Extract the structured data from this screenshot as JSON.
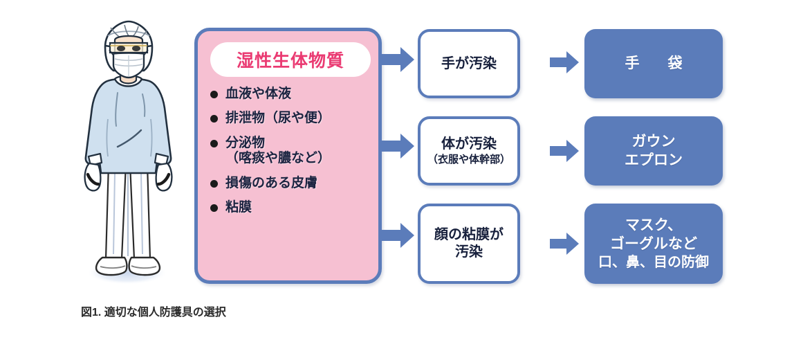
{
  "figure": {
    "caption": "図1. 適切な個人防護具の選択",
    "illustration_alt": "個人防護具を着用した医療従事者のイラスト"
  },
  "source_panel": {
    "title": "湿性生体物質",
    "items": [
      {
        "text": "血液や体液",
        "sub": ""
      },
      {
        "text": "排泄物（尿や便）",
        "sub": ""
      },
      {
        "text": "分泌物",
        "sub": "（喀痰や膿など）"
      },
      {
        "text": "損傷のある皮膚",
        "sub": ""
      },
      {
        "text": "粘膜",
        "sub": ""
      }
    ]
  },
  "routes": [
    {
      "main": "手が汚染",
      "sub": "",
      "line2": ""
    },
    {
      "main": "体が汚染",
      "sub": "（衣服や体幹部）",
      "line2": ""
    },
    {
      "main": "顔の粘膜が",
      "sub": "",
      "line2": "汚染"
    }
  ],
  "ppe": [
    {
      "lines": [
        "手　袋"
      ]
    },
    {
      "lines": [
        "ガウン",
        "エプロン"
      ]
    },
    {
      "lines": [
        "マスク、",
        "ゴーグルなど",
        "口、鼻、目の防御"
      ]
    }
  ],
  "arrows": {
    "label": "矢印",
    "count": 6
  },
  "colors": {
    "panel_pink": "#f6c0d2",
    "border_blue": "#5b7cba",
    "ppe_blue": "#5b7cba",
    "title_pink": "#ea3a72",
    "text_navy": "#17203c",
    "background": "#ffffff"
  }
}
